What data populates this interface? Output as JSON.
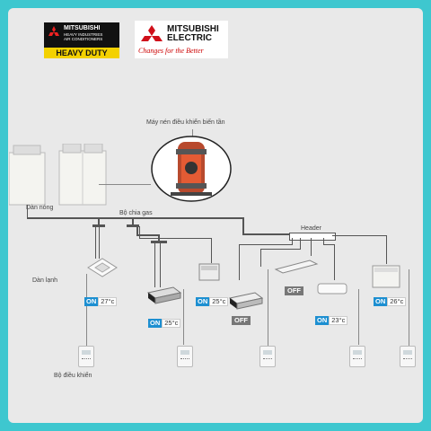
{
  "logos": {
    "mhi": {
      "line1": "MITSUBISHI",
      "line2": "HEAVY INDUSTRIES",
      "line3": "AIR CONDITIONERS",
      "bar": "HEAVY DUTY",
      "bar_color": "#f3d100"
    },
    "me": {
      "line1": "MITSUBISHI",
      "line2": "ELECTRIC",
      "tagline": "Changes for the Better",
      "mark_color": "#d0101a"
    }
  },
  "labels": {
    "compressor": "Máy nén điều khiển biến tần",
    "outdoor": "Dàn nóng",
    "branch": "Bộ chia gas",
    "header": "Header",
    "indoor": "Dàn lạnh",
    "controller": "Bộ điều khiển"
  },
  "units": [
    {
      "status": "ON",
      "temp": "27°c"
    },
    {
      "status": "ON",
      "temp": "25°c"
    },
    {
      "status": "ON",
      "temp": "25°c"
    },
    {
      "status": "OFF",
      "temp": ""
    },
    {
      "status": "OFF",
      "temp": ""
    },
    {
      "status": "ON",
      "temp": "23°c"
    },
    {
      "status": "ON",
      "temp": "26°c"
    }
  ],
  "colors": {
    "background": "#3ec7cf",
    "panel": "#e9e9e9",
    "on_badge": "#1d8fd1",
    "off_badge": "#777777"
  }
}
